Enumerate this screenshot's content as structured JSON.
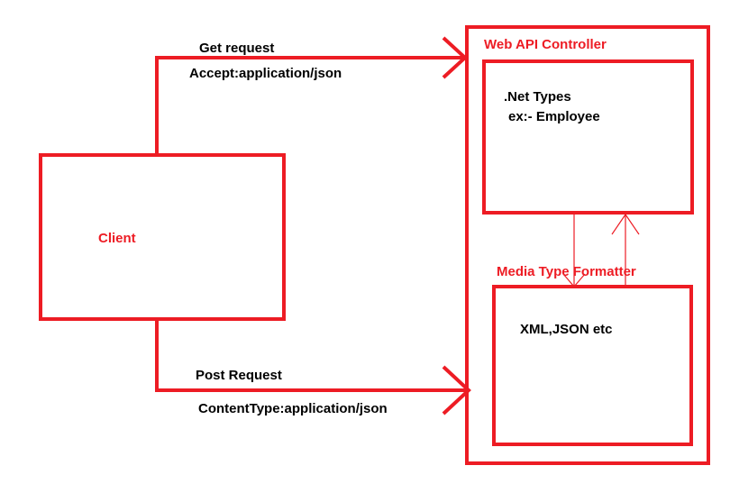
{
  "colors": {
    "accent": "#ED1C24",
    "text": "#000000",
    "background": "#FFFFFF"
  },
  "client": {
    "label": "Client"
  },
  "controller": {
    "title": "Web API Controller",
    "types_line1": ".Net Types",
    "types_line2": "ex:- Employee"
  },
  "formatter": {
    "title": "Media Type Formatter",
    "content": "XML,JSON etc"
  },
  "get_request": {
    "label": "Get request",
    "header": "Accept:application/json"
  },
  "post_request": {
    "label": "Post Request",
    "header": "ContentType:application/json"
  }
}
